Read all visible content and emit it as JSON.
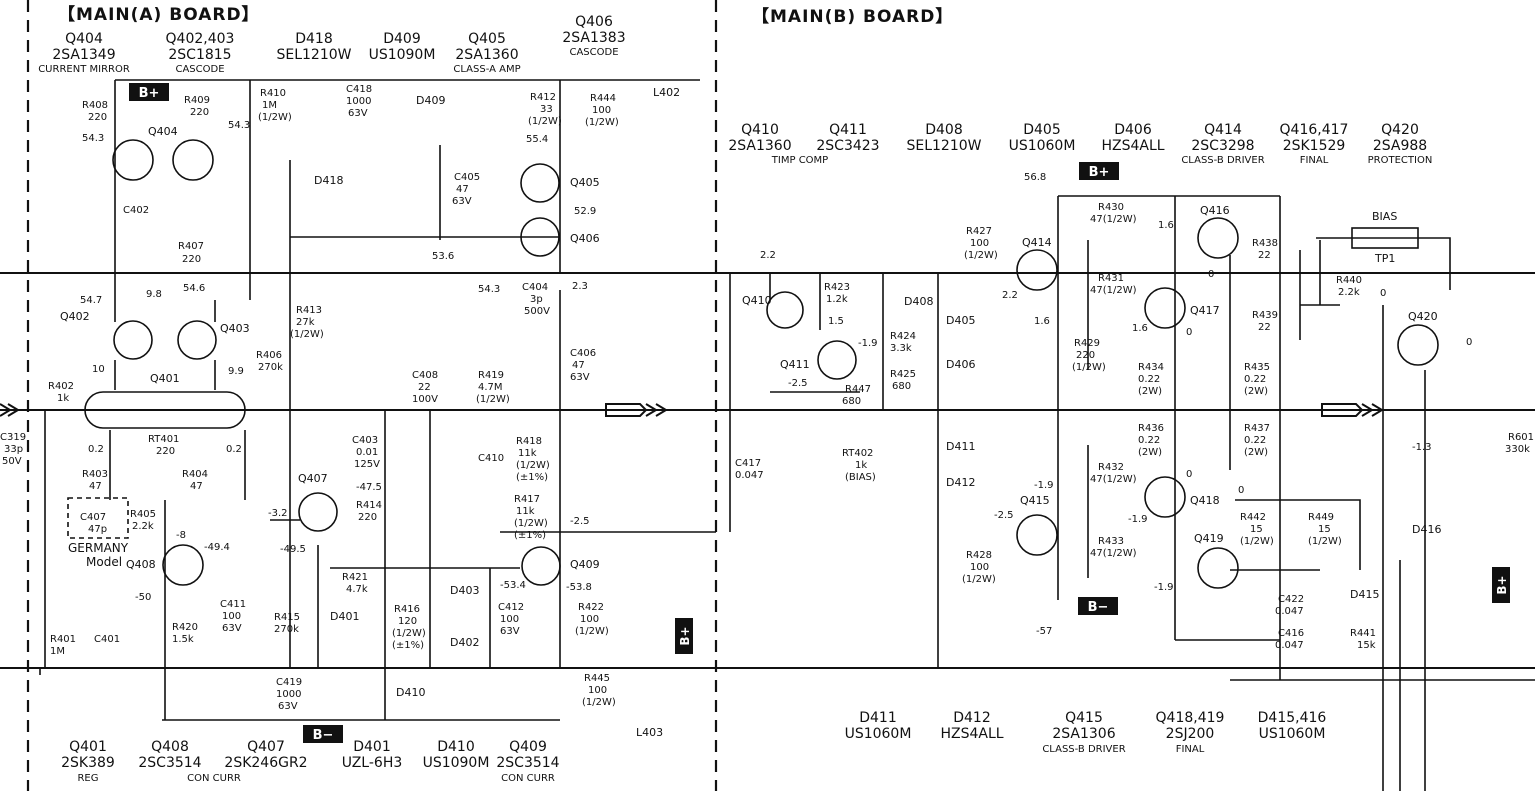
{
  "sections": {
    "main_a": "【MAIN(A) BOARD】",
    "main_b": "【MAIN(B) BOARD】"
  },
  "parts_top_a": [
    {
      "ref": "Q404",
      "part": "2SA1349",
      "role": "CURRENT MIRROR"
    },
    {
      "ref": "Q402,403",
      "part": "2SC1815",
      "role": "CASCODE"
    },
    {
      "ref": "D418",
      "part": "SEL1210W",
      "role": ""
    },
    {
      "ref": "D409",
      "part": "US1090M",
      "role": ""
    },
    {
      "ref": "Q405",
      "part": "2SA1360",
      "role": "CLASS-A AMP"
    },
    {
      "ref": "Q406",
      "part": "2SA1383",
      "role": "CASCODE"
    }
  ],
  "parts_top_b": [
    {
      "ref": "Q410",
      "part": "2SA1360",
      "role": "TIMP COMP"
    },
    {
      "ref": "Q411",
      "part": "2SC3423",
      "role": ""
    },
    {
      "ref": "D408",
      "part": "SEL1210W",
      "role": ""
    },
    {
      "ref": "D405",
      "part": "US1060M",
      "role": ""
    },
    {
      "ref": "D406",
      "part": "HZS4ALL",
      "role": ""
    },
    {
      "ref": "Q414",
      "part": "2SC3298",
      "role": "CLASS-B DRIVER"
    },
    {
      "ref": "Q416,417",
      "part": "2SK1529",
      "role": "FINAL"
    },
    {
      "ref": "Q420",
      "part": "2SA988",
      "role": "PROTECTION"
    }
  ],
  "parts_bottom_a": [
    {
      "ref": "Q401",
      "part": "2SK389",
      "role": "REG"
    },
    {
      "ref": "Q408",
      "part": "2SC3514",
      "role": ""
    },
    {
      "ref": "Q407",
      "part": "2SK246GR2",
      "role": "CON CURR"
    },
    {
      "ref": "D401",
      "part": "UZL-6H3",
      "role": ""
    },
    {
      "ref": "D410",
      "part": "US1090M",
      "role": ""
    },
    {
      "ref": "Q409",
      "part": "2SC3514",
      "role": "CON CURR"
    }
  ],
  "parts_bottom_b": [
    {
      "ref": "D411",
      "part": "US1060M",
      "role": ""
    },
    {
      "ref": "D412",
      "part": "HZS4ALL",
      "role": ""
    },
    {
      "ref": "Q415",
      "part": "2SA1306",
      "role": "CLASS-B DRIVER"
    },
    {
      "ref": "Q418,419",
      "part": "2SJ200",
      "role": "FINAL"
    },
    {
      "ref": "D415,416",
      "part": "US1060M",
      "role": ""
    }
  ],
  "rails": {
    "b_plus": "B+",
    "b_minus": "B−"
  },
  "note_germany": [
    "GERMANY",
    "Model"
  ],
  "labels": [
    "Q404",
    "Q402",
    "Q403",
    "Q401",
    "Q405",
    "Q406",
    "Q407",
    "Q408",
    "Q409",
    "Q410",
    "Q411",
    "Q414",
    "Q415",
    "Q416",
    "Q417",
    "Q418",
    "Q419",
    "Q420",
    "D418",
    "D409",
    "D401",
    "D402",
    "D403",
    "D410",
    "D408",
    "D405",
    "D406",
    "D411",
    "D412",
    "D415",
    "D416",
    "L402",
    "L403",
    "TP1",
    "BIAS",
    "R408",
    "220",
    "R409",
    "220",
    "R410",
    "1M",
    "(1/2W)",
    "C418",
    "1000",
    "63V",
    "R412",
    "33",
    "(1/2W)",
    "R444",
    "100",
    "(1/2W)",
    "C402",
    "R407",
    "220",
    "C405",
    "47",
    "63V",
    "R413",
    "27k",
    "(1/2W)",
    "R406",
    "270k",
    "C404",
    "3p",
    "500V",
    "C406",
    "47",
    "63V",
    "R402",
    "1k",
    "RT401",
    "220",
    "R403",
    "47",
    "R404",
    "47",
    "C407",
    "47p",
    "R405",
    "2.2k",
    "R414",
    "220",
    "R421",
    "4.7k",
    "C403",
    "0.01",
    "125V",
    "C408",
    "22",
    "100V",
    "R419",
    "4.7M",
    "(1/2W)",
    "C410",
    "R418",
    "11k",
    "(1/2W)",
    "(±1%)",
    "R417",
    "11k",
    "(1/2W)",
    "(±1%)",
    "R416",
    "120",
    "(1/2W)",
    "(±1%)",
    "C412",
    "100",
    "63V",
    "R422",
    "100",
    "(1/2W)",
    "C411",
    "100",
    "63V",
    "R415",
    "270k",
    "R420",
    "1.5k",
    "R401",
    "1M",
    "C401",
    "C419",
    "1000",
    "63V",
    "R445",
    "100",
    "(1/2W)",
    "C319",
    "33p",
    "50V",
    "R423",
    "1.2k",
    "R424",
    "3.3k",
    "R425",
    "680",
    "R447",
    "680",
    "RT402",
    "1k",
    "(BIAS)",
    "C417",
    "0.047",
    "R427",
    "100",
    "(1/2W)",
    "R428",
    "100",
    "(1/2W)",
    "R429",
    "220",
    "(1/2W)",
    "R430",
    "47(1/2W)",
    "R431",
    "47(1/2W)",
    "R432",
    "47(1/2W)",
    "R433",
    "47(1/2W)",
    "R434",
    "0.22",
    "(2W)",
    "R435",
    "0.22",
    "(2W)",
    "R436",
    "0.22",
    "(2W)",
    "R437",
    "0.22",
    "(2W)",
    "R438",
    "22",
    "R439",
    "22",
    "R440",
    "2.2k",
    "R442",
    "15",
    "(1/2W)",
    "R449",
    "15",
    "(1/2W)",
    "C422",
    "0.047",
    "C416",
    "0.047",
    "R441",
    "15k",
    "R601",
    "330k"
  ],
  "voltages": [
    "54.3",
    "54.3",
    "54.7",
    "9.8",
    "54.6",
    "10",
    "9.9",
    "0.2",
    "0.2",
    "-8",
    "-49.4",
    "-50",
    "-3.2",
    "-47.5",
    "-49.5",
    "55.4",
    "52.9",
    "53.6",
    "54.3",
    "2.3",
    "-2.5",
    "-53.4",
    "-53.8",
    "2.2",
    "1.5",
    "-1.9",
    "-2.5",
    "56.8",
    "1.6",
    "1.6",
    "2.2",
    "1.6",
    "0",
    "0",
    "0",
    "0",
    "-1.9",
    "-2.5",
    "-1.9",
    "-1.9",
    "0",
    "-57",
    "-1.3",
    "0"
  ]
}
